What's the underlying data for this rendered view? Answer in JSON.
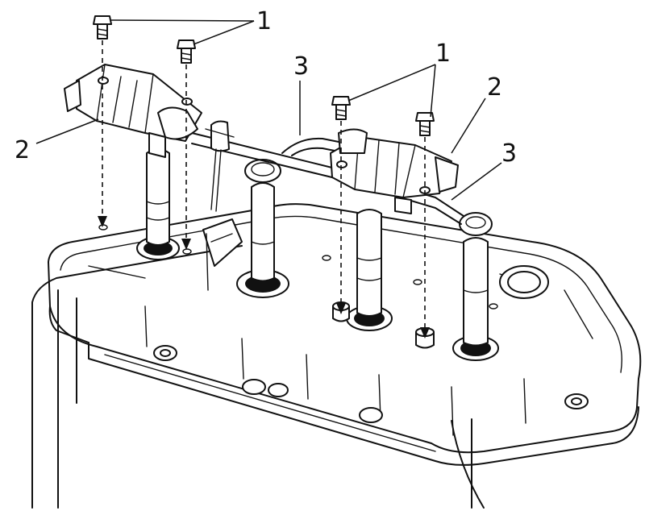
{
  "callouts": {
    "bolts_left": "1",
    "bolts_right": "1",
    "coil_left": "2",
    "coil_right": "2",
    "harness_top": "3",
    "harness_right": "3"
  }
}
